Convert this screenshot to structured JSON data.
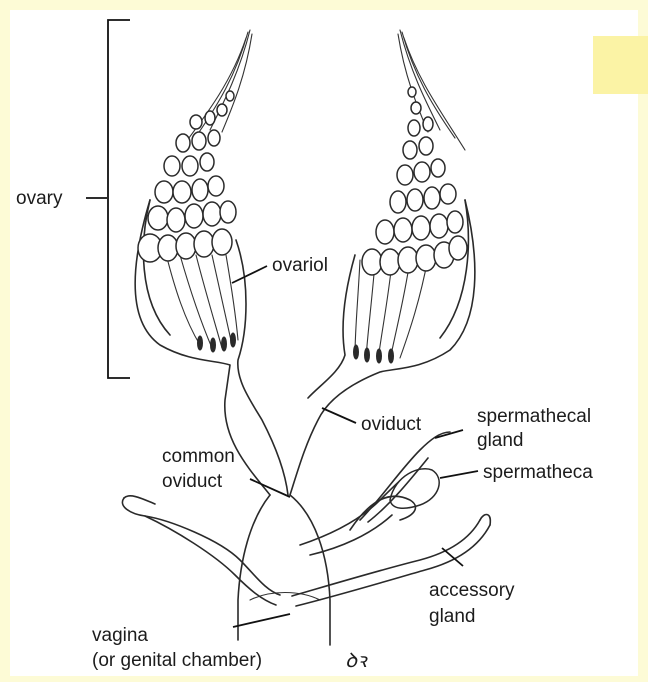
{
  "labels": {
    "ovary": "ovary",
    "ovariol": "ovariol",
    "oviduct": "oviduct",
    "common_oviduct_1": "common",
    "common_oviduct_2": "oviduct",
    "spermathecal_gland_1": "spermathecal",
    "spermathecal_gland_2": "gland",
    "spermatheca": "spermatheca",
    "accessory_gland_1": "accessory",
    "accessory_gland_2": "gland",
    "vagina_1": "vagina",
    "vagina_2": "(or genital chamber)",
    "signature": "ꝺꝛ"
  },
  "colors": {
    "background": "#fdfbd6",
    "panel": "#ffffff",
    "sticky_note": "#fbf3a5",
    "ink": "#2a2a2a"
  }
}
